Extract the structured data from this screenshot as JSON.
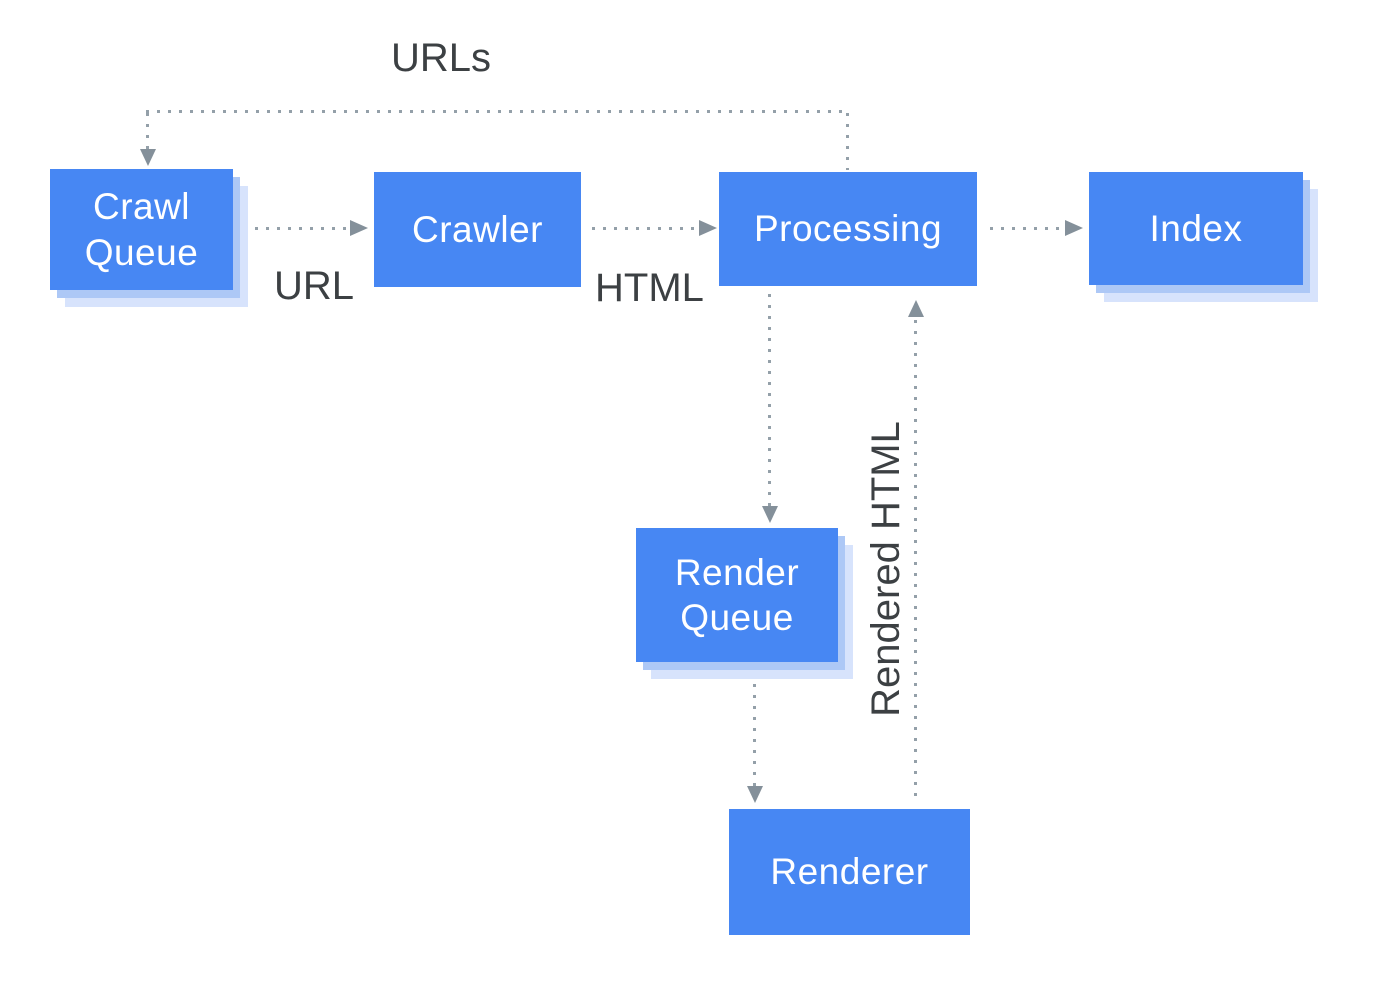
{
  "diagram": {
    "type": "flowchart",
    "description": "Crawling, rendering and indexing pipeline diagram"
  },
  "nodes": {
    "crawl_queue": {
      "label": "Crawl Queue",
      "line1": "Crawl",
      "line2": "Queue",
      "kind": "queue"
    },
    "crawler": {
      "label": "Crawler",
      "kind": "process"
    },
    "processing": {
      "label": "Processing",
      "kind": "process"
    },
    "index": {
      "label": "Index",
      "kind": "store"
    },
    "render_queue": {
      "label": "Render Queue",
      "line1": "Render",
      "line2": "Queue",
      "kind": "queue"
    },
    "renderer": {
      "label": "Renderer",
      "kind": "process"
    }
  },
  "edges": [
    {
      "from": "processing",
      "to": "crawl_queue",
      "label": "URLs",
      "style": "dotted"
    },
    {
      "from": "crawl_queue",
      "to": "crawler",
      "label": "URL",
      "style": "dotted"
    },
    {
      "from": "crawler",
      "to": "processing",
      "label": "HTML",
      "style": "dotted"
    },
    {
      "from": "processing",
      "to": "index",
      "label": "",
      "style": "dotted"
    },
    {
      "from": "processing",
      "to": "render_queue",
      "label": "",
      "style": "dotted"
    },
    {
      "from": "render_queue",
      "to": "renderer",
      "label": "",
      "style": "dotted"
    },
    {
      "from": "renderer",
      "to": "processing",
      "label": "Rendered HTML",
      "style": "dotted"
    }
  ],
  "colors": {
    "node_fill": "#4787f3",
    "node_text": "#ffffff",
    "shadow_inner": "#adc8f6",
    "shadow_outer": "#d7e3fc",
    "connector": "#94a0a9",
    "arrowhead": "#84909a",
    "label_text": "#3c4043",
    "canvas_bg": "#ffffff"
  }
}
